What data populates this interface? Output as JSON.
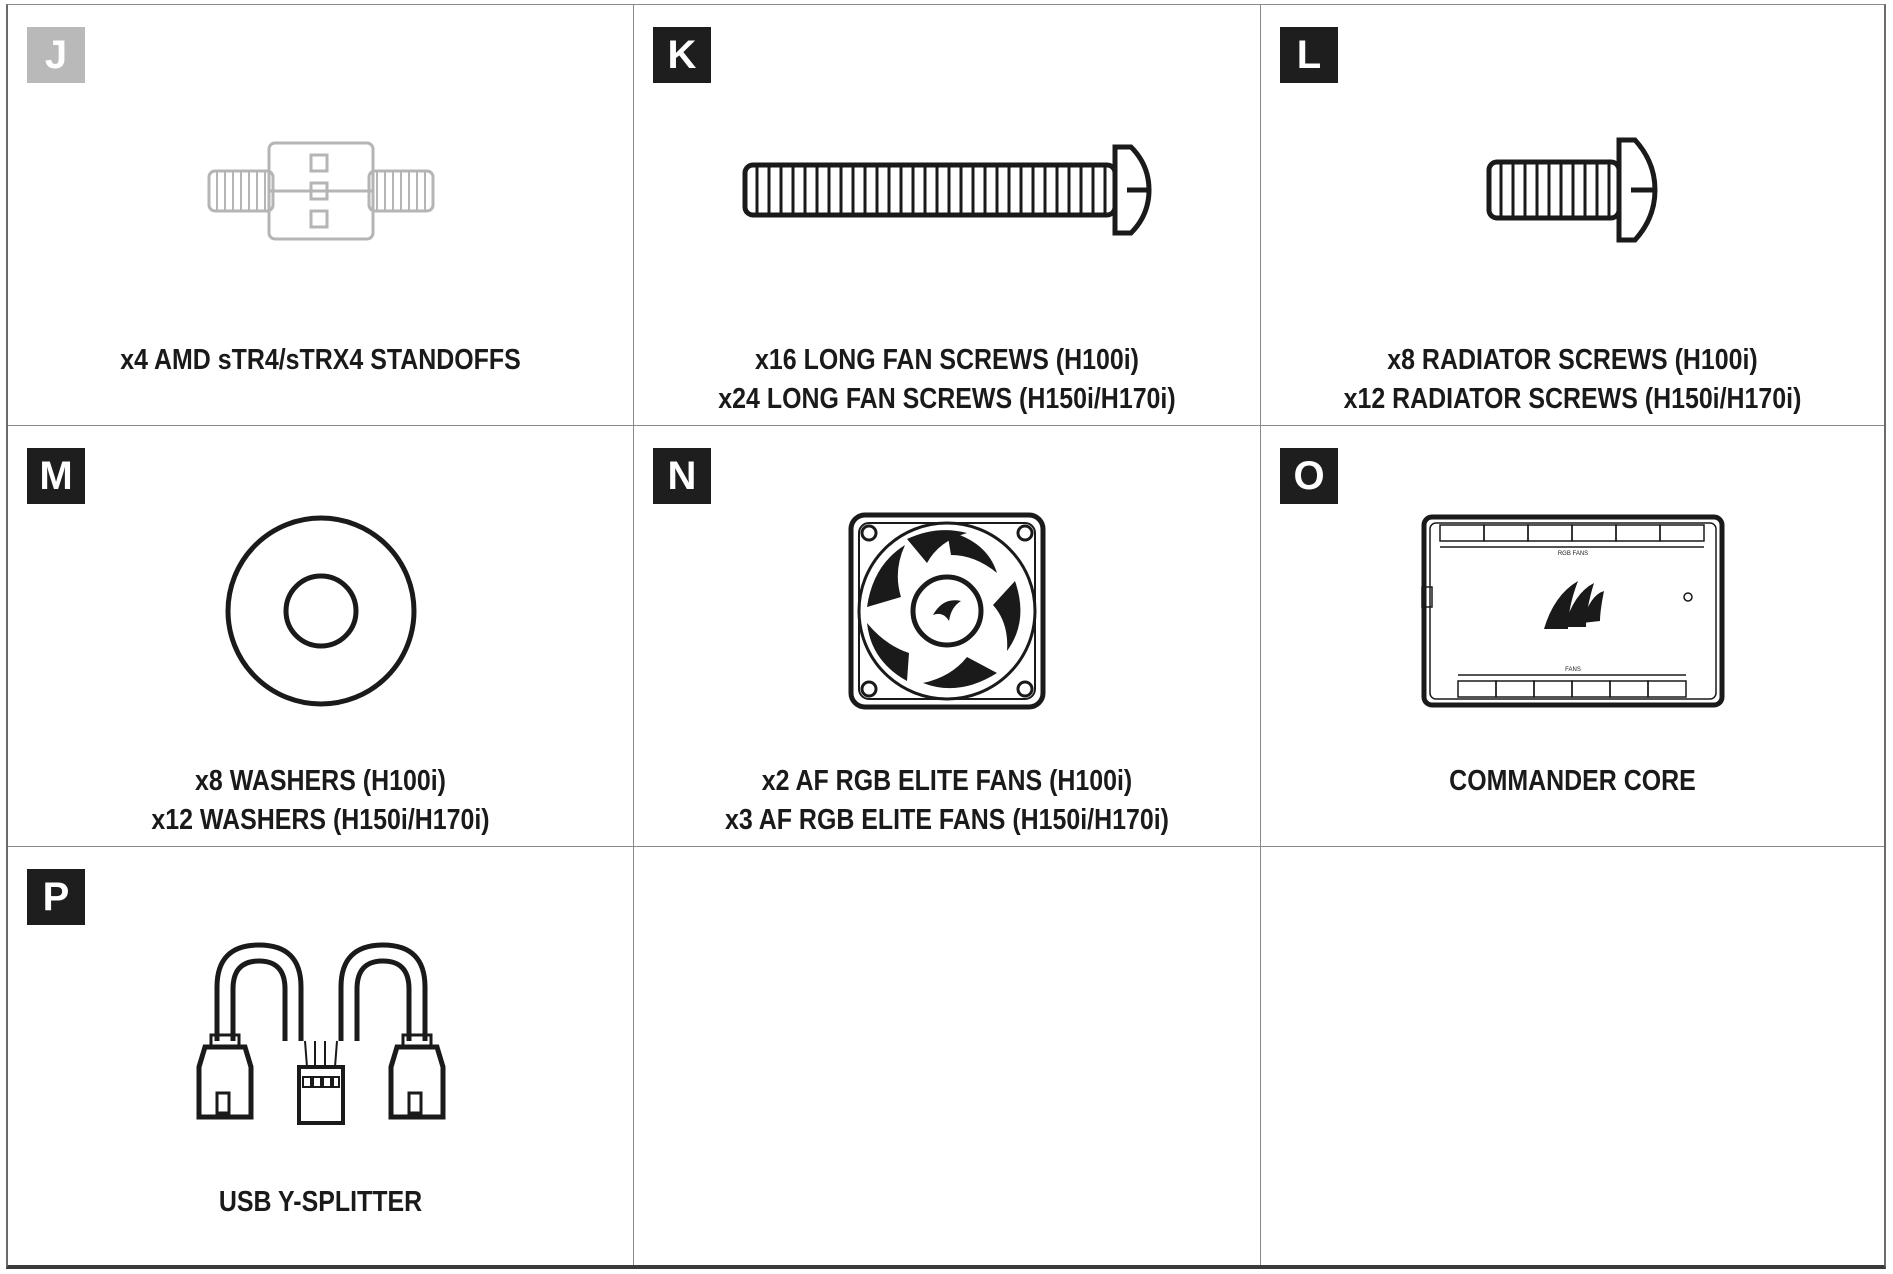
{
  "parts": [
    {
      "letter": "J",
      "lines": [
        "x4 AMD sTR4/sTRX4 STANDOFFS",
        ""
      ],
      "icon": "standoff-icon",
      "muted": true
    },
    {
      "letter": "K",
      "lines": [
        "x16 LONG FAN SCREWS (H100i)",
        "x24 LONG FAN SCREWS (H150i/H170i)"
      ],
      "icon": "long-screw-icon"
    },
    {
      "letter": "L",
      "lines": [
        "x8 RADIATOR SCREWS (H100i)",
        "x12 RADIATOR SCREWS (H150i/H170i)"
      ],
      "icon": "radiator-screw-icon"
    },
    {
      "letter": "M",
      "lines": [
        "x8 WASHERS (H100i)",
        "x12 WASHERS (H150i/H170i)"
      ],
      "icon": "washer-icon"
    },
    {
      "letter": "N",
      "lines": [
        "x2 AF RGB ELITE FANS (H100i)",
        "x3 AF RGB ELITE FANS (H150i/H170i)"
      ],
      "icon": "fan-icon"
    },
    {
      "letter": "O",
      "lines": [
        "COMMANDER CORE",
        ""
      ],
      "icon": "commander-core-icon"
    },
    {
      "letter": "P",
      "lines": [
        "USB Y-SPLITTER",
        ""
      ],
      "icon": "usb-splitter-icon"
    }
  ],
  "controller_labels": {
    "top": "RGB FANS",
    "bottom": "FANS"
  },
  "colors": {
    "badge": "#1e1e1e",
    "badge_muted": "#b9b9b9",
    "line": "#1a1a1a",
    "muted_line": "#b5b5b5"
  }
}
